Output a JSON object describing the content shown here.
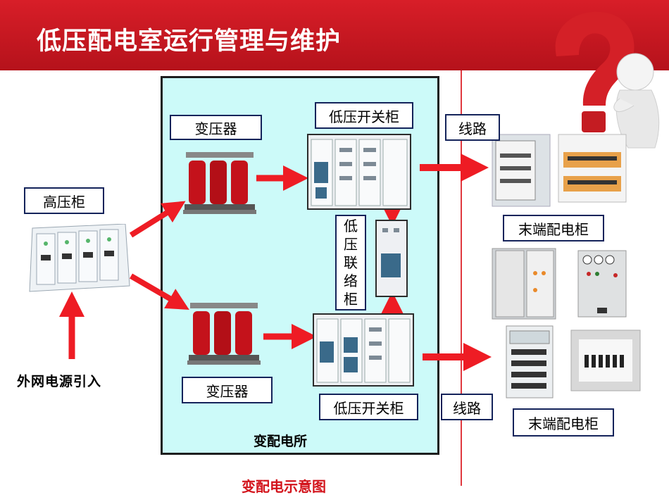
{
  "slide": {
    "title": "低压配电室运行管理与维护"
  },
  "labels": {
    "hv_cabinet": "高压柜",
    "transformer_top": "变压器",
    "transformer_bottom": "变压器",
    "lv_switch_top": "低压开关柜",
    "lv_switch_bottom": "低压开关柜",
    "lv_tie": [
      "低",
      "压",
      "联",
      "络",
      "柜"
    ],
    "line_top": "线路",
    "line_bottom": "线路",
    "terminal_top": "末端配电柜",
    "terminal_bottom": "末端配电柜",
    "external_power": "外网电源引入",
    "substation": "变配电所",
    "caption": "变配电示意图"
  },
  "colors": {
    "header_red": "#c4161e",
    "arrow_red": "#ee1c24",
    "substation_bg": "#ccfaf9",
    "label_border": "#14235a"
  }
}
